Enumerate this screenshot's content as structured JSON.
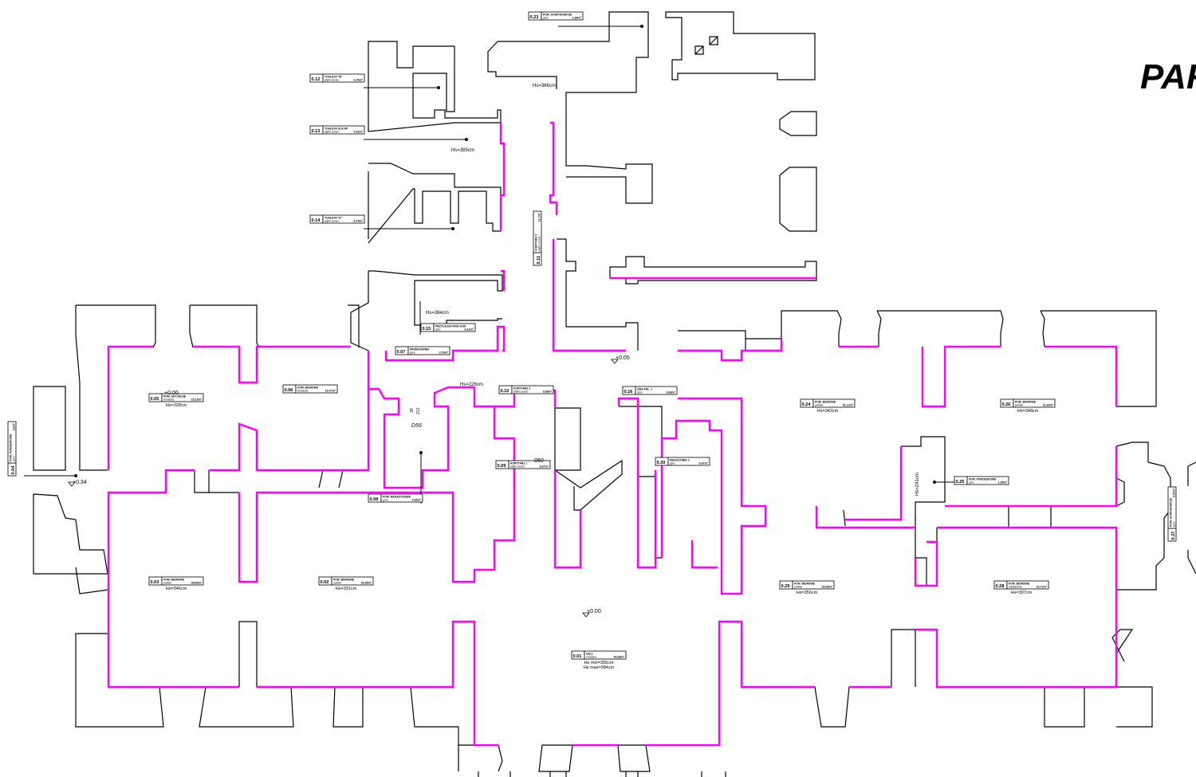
{
  "sheet_title": "PAR",
  "rooms": [
    {
      "id": "room-0-01",
      "number": "0.01",
      "name": "HALL",
      "finish": "mozaika",
      "area": "69,38m²",
      "height": "Hs  min=355cm",
      "height2": "Hs  max=384cm"
    },
    {
      "id": "room-0-02",
      "number": "0.02",
      "name": "POM. BIUROWE",
      "finish": "parkiet",
      "area": "43,95m²",
      "height": "Hs=331cm"
    },
    {
      "id": "room-0-03",
      "number": "0.03",
      "name": "POM. BIUROWE",
      "finish": "parkiet",
      "area": "38,89m²",
      "height": "Hs=346cm"
    },
    {
      "id": "room-0-04",
      "number": "0.04",
      "name": "POM. PORZĄDKOWE",
      "finish": "gres",
      "area": "3,6m²"
    },
    {
      "id": "room-0-05",
      "number": "0.05",
      "name": "POM. SOCJALNE",
      "finish": "terrakota",
      "area": "15,15m²",
      "height": "Hs=328cm"
    },
    {
      "id": "room-0-06",
      "number": "0.06",
      "name": "POM. BIUROWE",
      "finish": "terrakota",
      "area": "15,77m²"
    },
    {
      "id": "room-0-07",
      "number": "0.07",
      "name": "PRZEDSIONEK",
      "finish": "gres",
      "area": "3,78m²"
    },
    {
      "id": "room-0-08",
      "number": "0.08",
      "name": "POM. MAGAZYNOWE",
      "finish": "gres",
      "area": "4,65m²"
    },
    {
      "id": "room-0-09",
      "number": "0.09",
      "name": "KORYTARZ 1",
      "finish": "płytki ceram.",
      "area": "6,67m²"
    },
    {
      "id": "room-0-10",
      "number": "0.10",
      "name": "KORYTARZ 2",
      "finish": "płytki ceram.",
      "area": "3,68m²"
    },
    {
      "id": "room-0-11",
      "number": "0.11",
      "name": "KORYTARZ 3",
      "finish": "płytki ceram.",
      "area": "11,7m²"
    },
    {
      "id": "room-0-12",
      "number": "0.12",
      "name": "TOALETA \"M\"",
      "finish": "płytki ceram.",
      "area": "6,76m²"
    },
    {
      "id": "room-0-13",
      "number": "0.13",
      "name": "TOALETA DLA NP",
      "finish": "płytki ceram.",
      "area": "5,03m²"
    },
    {
      "id": "room-0-14",
      "number": "0.14",
      "name": "TOALETA \"D\"",
      "finish": "płytki ceram.",
      "area": "6,79m²"
    },
    {
      "id": "room-0-15",
      "number": "0.15",
      "name": "PRZYŁĄCZA WOD-KAN",
      "finish": "gres",
      "area": "6,16m²"
    },
    {
      "id": "room-0-16",
      "number": "0.16",
      "name": "IZBA PEŁ. 1",
      "finish": "gres",
      "area": "8,68m²"
    },
    {
      "id": "room-0-23",
      "number": "0.23",
      "name": "POM. GOSPODARCZE",
      "finish": "gres",
      "area": "1,89m²"
    },
    {
      "id": "room-0-24",
      "number": "0.24",
      "name": "POM. BIUROWE",
      "finish": "parkiet",
      "area": "31,12m²",
      "height": "Hs=342cm"
    },
    {
      "id": "room-0-25",
      "number": "0.25",
      "name": "POM. PORZĄDKOWE",
      "finish": "gres",
      "area": "1,95m²"
    },
    {
      "id": "room-0-26",
      "number": "0.26",
      "name": "POM. BIUROWE",
      "finish": "parkiet",
      "area": "31,69m²",
      "height": "Hs=348cm"
    },
    {
      "id": "room-0-27",
      "number": "0.27",
      "name": "POM. GOSPODARCZE",
      "finish": "gres",
      "area": "3,33m²"
    },
    {
      "id": "room-0-28",
      "number": "0.28",
      "name": "POM. BIUROWE",
      "finish": "wykładzina",
      "area": "32,72m²",
      "height": "Hs=307cm"
    },
    {
      "id": "room-0-29",
      "number": "0.29",
      "name": "POM. BIUROWE",
      "finish": "parkiet",
      "area": "33,08m²",
      "height": "Hs=356cm"
    },
    {
      "id": "room-0-30",
      "number": "0.30",
      "name": "MAGAZYNEK 2",
      "finish": "gres",
      "area": "6,67m²"
    }
  ],
  "heights": {
    "h386": "Hs=386cm",
    "h385": "Hs=385cm",
    "h384": "Hs=384cm",
    "h226": "Hs=226cm",
    "h241": "Hs=241cm"
  },
  "levels": {
    "l000a": "+0.00",
    "l034": "+0.34",
    "l005": "+0.05",
    "l000b": "+0.00"
  },
  "door_tags": {
    "d56": "D56",
    "n050": "050",
    "dim_a": "30",
    "dim_b": "210"
  }
}
